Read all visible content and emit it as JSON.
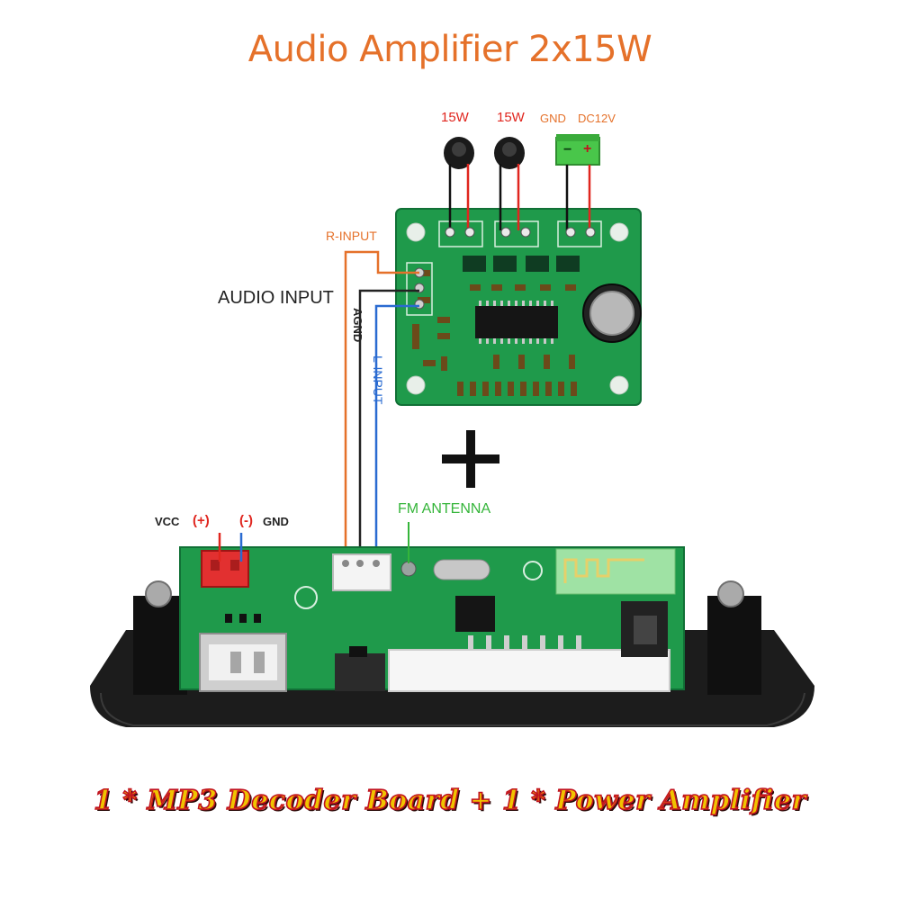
{
  "title": "Audio Amplifier  2x15W",
  "caption": "1 * MP3 Decoder Board + 1 * Power Amplifier",
  "amplifier_labels": {
    "speaker_left": "15W",
    "speaker_right": "15W",
    "gnd": "GND",
    "dc": "DC12V",
    "power_minus": "−",
    "power_plus": "+"
  },
  "input_labels": {
    "audio_input": "AUDIO INPUT",
    "r_input": "R-INPUT",
    "agnd": "AGND",
    "l_input": "L-INPUT"
  },
  "plus_sign": "+",
  "decoder_labels": {
    "vcc": "VCC",
    "vcc_sign": "(+)",
    "gnd_sign": "(-)",
    "gnd": "GND",
    "fm_antenna": "FM ANTENNA"
  },
  "colors": {
    "title": "#e5712a",
    "r_input_wire": "#e5712a",
    "agnd_wire": "#222222",
    "l_input_wire": "#2a6bd1",
    "fm_label": "#35b53a",
    "speaker_wire_red": "#e0261f",
    "vcc_red": "#e0261f",
    "gnd_blue": "#2a6bd1",
    "pcb_green": "#1f9a4b",
    "caption_fill": "#f0c400",
    "caption_outline": "#c1121f"
  }
}
